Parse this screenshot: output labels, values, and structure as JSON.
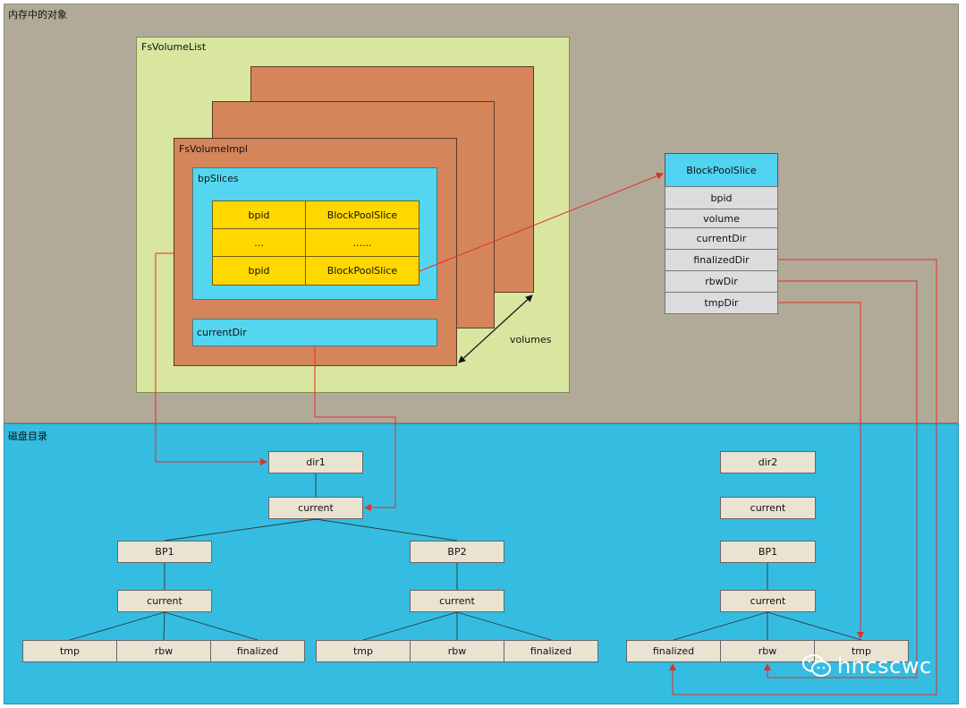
{
  "zones": {
    "memory_label": "内存中的对象",
    "disk_label": "磁盘目录"
  },
  "memory": {
    "volume_list_label": "FsVolumeList",
    "volume_impl_label": "FsVolumeImpl",
    "bp_slices_label": "bpSlices",
    "slice_map": [
      {
        "key": "bpid",
        "value": "BlockPoolSlice"
      },
      {
        "key": "...",
        "value": "......"
      },
      {
        "key": "bpid",
        "value": "BlockPoolSlice"
      }
    ],
    "current_dir_label": "currentDir",
    "volumes_label": "volumes"
  },
  "block_pool_slice": {
    "title": "BlockPoolSlice",
    "fields": [
      "bpid",
      "volume",
      "currentDir",
      "finalizedDir",
      "rbwDir",
      "tmpDir"
    ]
  },
  "disk": {
    "dir1": "dir1",
    "dir1_current": "current",
    "bp1": "BP1",
    "bp1_current": "current",
    "bp1_children": [
      "tmp",
      "rbw",
      "finalized"
    ],
    "bp2": "BP2",
    "bp2_current": "current",
    "bp2_children": [
      "tmp",
      "rbw",
      "finalized"
    ],
    "dir2": "dir2",
    "dir2_current": "current",
    "dir2_bp1": "BP1",
    "dir2_bp1_current": "current",
    "dir2_children": [
      "finalized",
      "rbw",
      "tmp"
    ]
  },
  "watermark": {
    "text": "hncscwc",
    "icon": "wechat-icon"
  },
  "colors": {
    "memory_bg": "#b2aa98",
    "disk_bg": "#34bde1",
    "list_green": "#d8e6a0",
    "impl_orange": "#d5855a",
    "slice_cyan": "#55d6f0",
    "map_yellow": "#ffd800",
    "node_beige": "#eae3d2",
    "arrow_red": "#e0302a"
  }
}
